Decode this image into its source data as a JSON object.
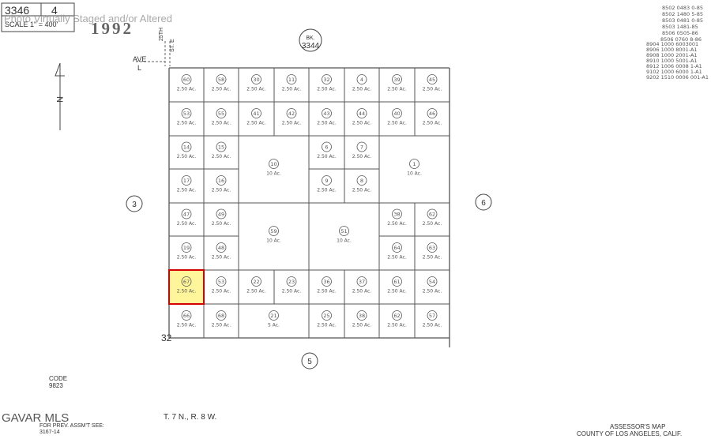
{
  "header": {
    "book": "3346",
    "page": "4",
    "scale": "SCALE 1\" = 400'",
    "year": "1992",
    "watermark": "Photo Virtually Staged and/or Altered"
  },
  "book_label": {
    "prefix": "BK.",
    "number": "3344"
  },
  "streets": {
    "ave": "AVE",
    "ave_letter": "L",
    "st_name": "25TH",
    "st_suffix": "ST. E"
  },
  "north": "N",
  "adjacent_pages": {
    "west": "3",
    "east": "6",
    "south": "5"
  },
  "section_number": "32",
  "parcels": [
    {
      "num": "60",
      "area": "2.50 Ac."
    },
    {
      "num": "58",
      "area": "2.50 Ac."
    },
    {
      "num": "30",
      "area": "2.50 Ac."
    },
    {
      "num": "11",
      "area": "2.50 Ac."
    },
    {
      "num": "32",
      "area": "2.50 Ac."
    },
    {
      "num": "4",
      "area": "2.50 Ac."
    },
    {
      "num": "39",
      "area": "2.50 Ac."
    },
    {
      "num": "45",
      "area": "2.50 Ac."
    },
    {
      "num": "53",
      "area": "2.50 Ac."
    },
    {
      "num": "55",
      "area": "2.50 Ac."
    },
    {
      "num": "41",
      "area": "2.50 Ac."
    },
    {
      "num": "42",
      "area": "2.50 Ac."
    },
    {
      "num": "43",
      "area": "2.50 Ac."
    },
    {
      "num": "44",
      "area": "2.50 Ac."
    },
    {
      "num": "40",
      "area": "2.50 Ac."
    },
    {
      "num": "46",
      "area": "2.50 Ac."
    },
    {
      "num": "14",
      "area": "2.50 Ac."
    },
    {
      "num": "15",
      "area": "2.50 Ac."
    },
    {
      "num": "6",
      "area": "2.50 Ac."
    },
    {
      "num": "7",
      "area": "2.50 Ac."
    },
    {
      "num": "17",
      "area": "2.50 Ac."
    },
    {
      "num": "16",
      "area": "2.50 Ac."
    },
    {
      "num": "9",
      "area": "2.50 Ac."
    },
    {
      "num": "8",
      "area": "2.50 Ac."
    },
    {
      "num": "47",
      "area": "2.50 Ac."
    },
    {
      "num": "49",
      "area": "2.50 Ac."
    },
    {
      "num": "38",
      "area": "2.50 Ac."
    },
    {
      "num": "62",
      "area": "2.50 Ac."
    },
    {
      "num": "19",
      "area": "2.50 Ac."
    },
    {
      "num": "48",
      "area": "2.50 Ac."
    },
    {
      "num": "64",
      "area": "2.50 Ac."
    },
    {
      "num": "63",
      "area": "2.50 Ac."
    },
    {
      "num": "67",
      "area": "2.50 Ac.",
      "highlighted": true
    },
    {
      "num": "53",
      "area": "2.50 Ac."
    },
    {
      "num": "22",
      "area": "2.50 Ac."
    },
    {
      "num": "23",
      "area": "2.50 Ac."
    },
    {
      "num": "36",
      "area": "2.50 Ac."
    },
    {
      "num": "37",
      "area": "2.50 Ac."
    },
    {
      "num": "61",
      "area": "2.50 Ac."
    },
    {
      "num": "54",
      "area": "2.50 Ac."
    },
    {
      "num": "66",
      "area": "2.50 Ac."
    },
    {
      "num": "68",
      "area": "2.50 Ac."
    },
    {
      "num": "25",
      "area": "2.50 Ac."
    },
    {
      "num": "38",
      "area": "2.50 Ac."
    },
    {
      "num": "62",
      "area": "2.50 Ac."
    },
    {
      "num": "57",
      "area": "2.50 Ac."
    }
  ],
  "big_parcels": [
    {
      "num": "10",
      "area": "10 Ac."
    },
    {
      "num": "1",
      "area": "10 Ac."
    },
    {
      "num": "59",
      "area": "10 Ac."
    },
    {
      "num": "51",
      "area": "10 Ac."
    },
    {
      "num": "21",
      "area": "5 Ac."
    }
  ],
  "parcel_codes_top": [
    "8502 0483 0-85",
    "8502 1480 5-85",
    "8503 0481 0-85",
    "8503 1481-85",
    "8506 0505-86"
  ],
  "parcel_codes_mid": "8506 0760 8-86",
  "parcel_codes_list": [
    "8904 1000 6003001",
    "8906 1000 8001-A1",
    "8908 1000 2001-A1",
    "8910 1000 5001-A1",
    "8912 1006 0008 1-A1",
    "9102 1000 6000 1-A1",
    "9202 1510 0006 001-A1"
  ],
  "code": {
    "label": "CODE",
    "value": "9823"
  },
  "footer": {
    "mls": "GAVAR MLS",
    "prev_assmt": "FOR PREV. ASSM'T SEE:",
    "prev_ref": "3167-14",
    "township": "T. 7 N., R. 8 W.",
    "assessor": "ASSESSOR'S MAP",
    "county": "COUNTY OF LOS ANGELES, CALIF."
  },
  "colors": {
    "highlight_fill": "#fff59a",
    "highlight_border": "#d40000",
    "line": "#555555"
  }
}
